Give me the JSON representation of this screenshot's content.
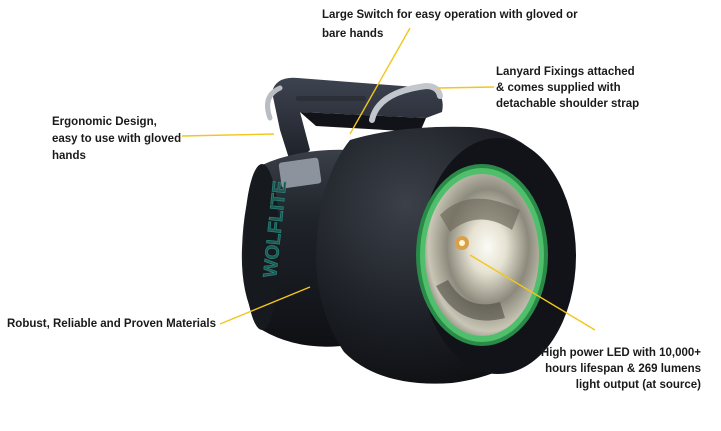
{
  "callouts": {
    "switch": [
      "Large Switch for easy operation with gloved or",
      "bare hands"
    ],
    "lanyard": [
      "Lanyard Fixings attached",
      "& comes supplied with",
      "detachable shoulder strap"
    ],
    "ergonomic": [
      "Ergonomic Design,",
      "easy to use with gloved",
      "hands"
    ],
    "robust": [
      "Robust, Reliable and Proven Materials"
    ],
    "led": [
      "High power LED with 10,000+",
      "hours lifespan & 269 lumens",
      "light output (at source)"
    ]
  },
  "product_label": "WOLFLITE",
  "colors": {
    "leader": "#f2c61b",
    "body": "#1c1f26",
    "bezel_ring": "#3fa45c",
    "text": "#1a1a1a"
  }
}
